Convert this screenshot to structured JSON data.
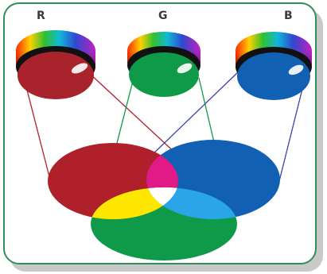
{
  "labels": {
    "r": "R",
    "g": "G",
    "b": "B"
  },
  "colors": {
    "frame_border": "#2f8f5a",
    "red": "#b0202b",
    "green": "#0f9a4a",
    "blue": "#1160b3",
    "yellow": "#ffe600",
    "magenta": "#e01a86",
    "cyan": "#2aa6e8",
    "white": "#ffffff"
  }
}
